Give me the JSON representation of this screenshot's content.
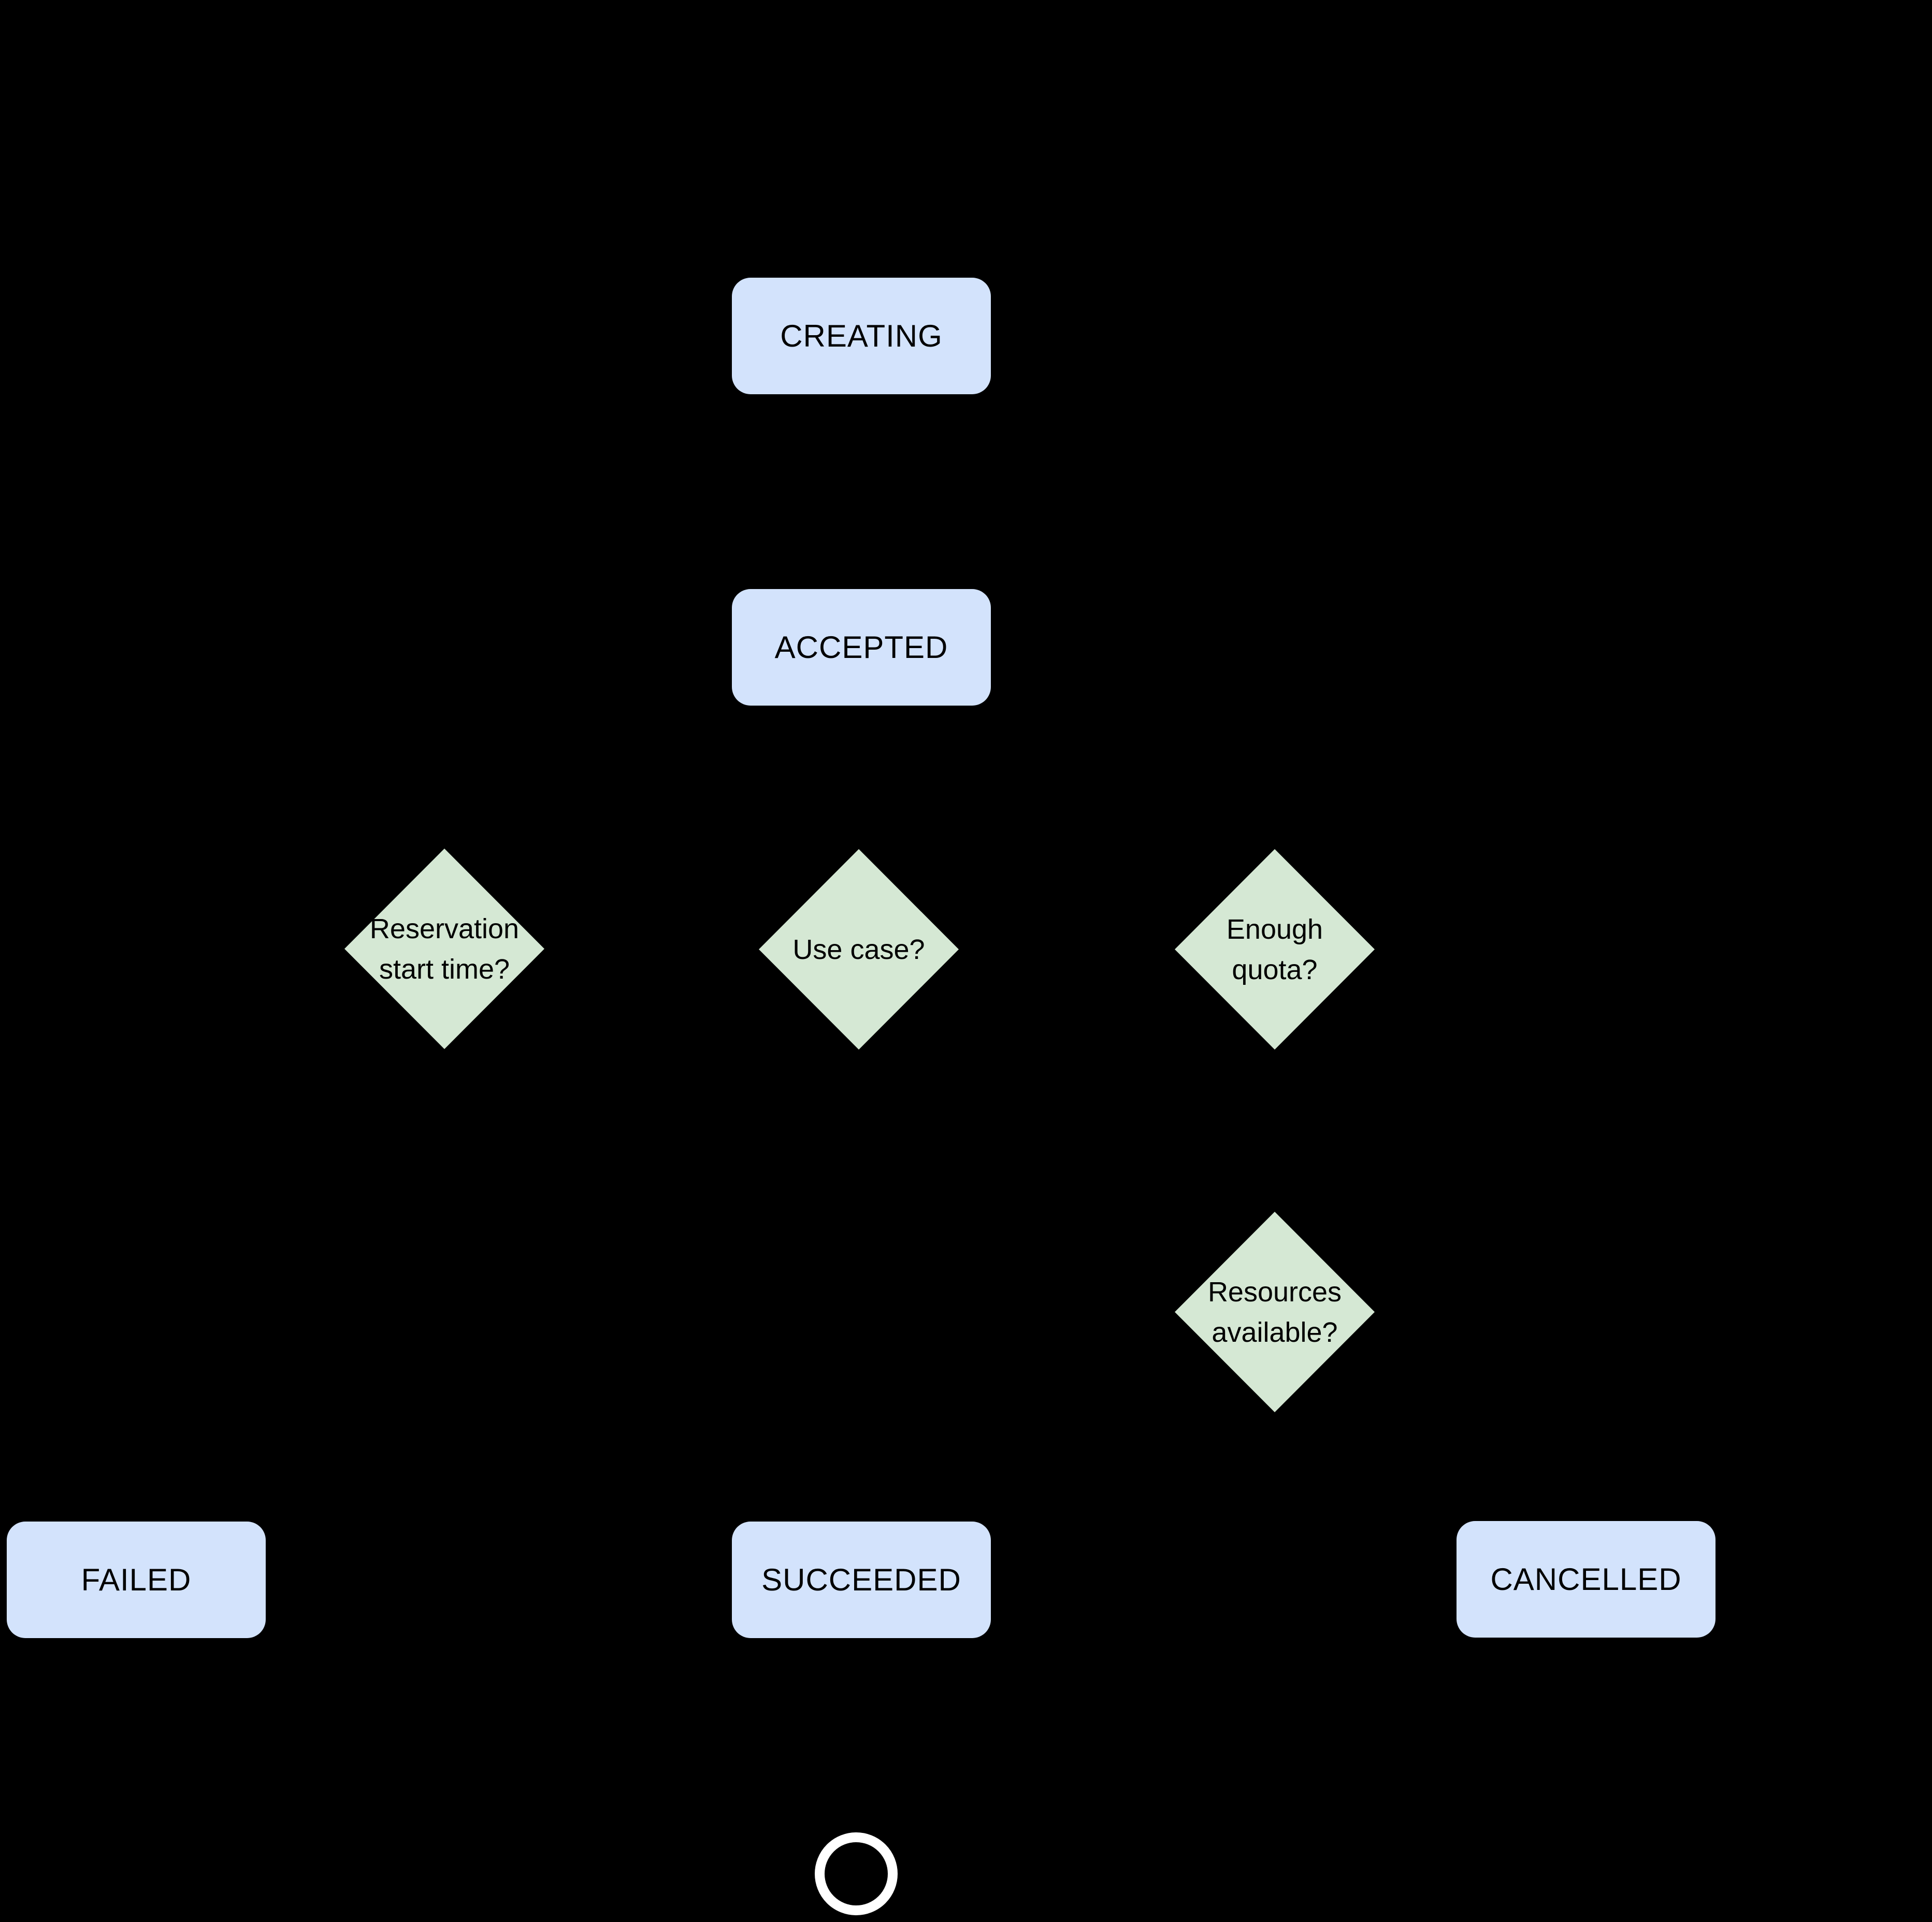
{
  "canvas": {
    "background": "#000000"
  },
  "colors": {
    "canvas_bg": "#000000",
    "state_fill": "#d3e3fc",
    "decision_fill": "#d5e8d4",
    "label_text": "#000000",
    "end_ring": "#ffffff"
  },
  "diagram": {
    "states": [
      {
        "label": "CREATING"
      },
      {
        "label": "ACCEPTED"
      },
      {
        "label": "FAILED"
      },
      {
        "label": "SUCCEEDED"
      },
      {
        "label": "CANCELLED"
      }
    ],
    "decisions": [
      {
        "lines": [
          "Reservation",
          "start time?"
        ]
      },
      {
        "lines": [
          "Use case?"
        ]
      },
      {
        "lines": [
          "Enough",
          "quota?"
        ]
      },
      {
        "lines": [
          "Resources",
          "available?"
        ]
      }
    ],
    "end_icon": "final-state-ring"
  }
}
